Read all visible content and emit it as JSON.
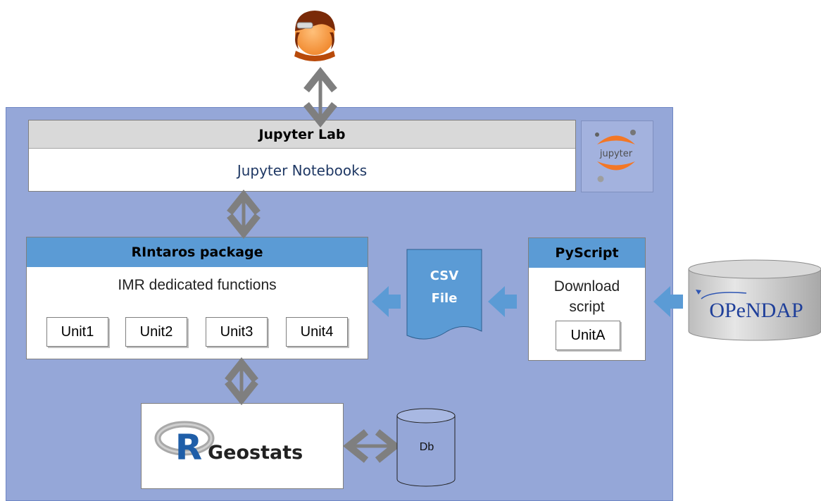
{
  "jupyter_lab": {
    "title": "Jupyter Lab",
    "subtitle": "Jupyter Notebooks"
  },
  "jupyter_logo": {
    "text": "jupyter"
  },
  "rintaros": {
    "title": "RIntaros package",
    "subtitle": "IMR dedicated functions",
    "units": [
      "Unit1",
      "Unit2",
      "Unit3",
      "Unit4"
    ]
  },
  "csv_file": {
    "line1": "CSV",
    "line2": "File"
  },
  "pyscript": {
    "title": "PyScript",
    "subtitle_line1": "Download",
    "subtitle_line2": "script",
    "unit": "UnitA"
  },
  "opendap": {
    "label": "OPeNDAP"
  },
  "r_geostats": {
    "r_letter": "R",
    "label": "Geostats"
  },
  "db": {
    "label": "Db"
  },
  "colors": {
    "panel": "#95a7d8",
    "header_blue": "#5b9bd5",
    "jupyter_orange": "#f37726",
    "arrow_gray": "#7f7f7f",
    "opendap_blue": "#1f3f9a"
  },
  "icons": {
    "user": "user-avatar-icon",
    "jupyter": "jupyter-logo-icon",
    "r_logo": "r-logo-icon",
    "database": "database-icon",
    "opendap": "opendap-cylinder-icon"
  }
}
